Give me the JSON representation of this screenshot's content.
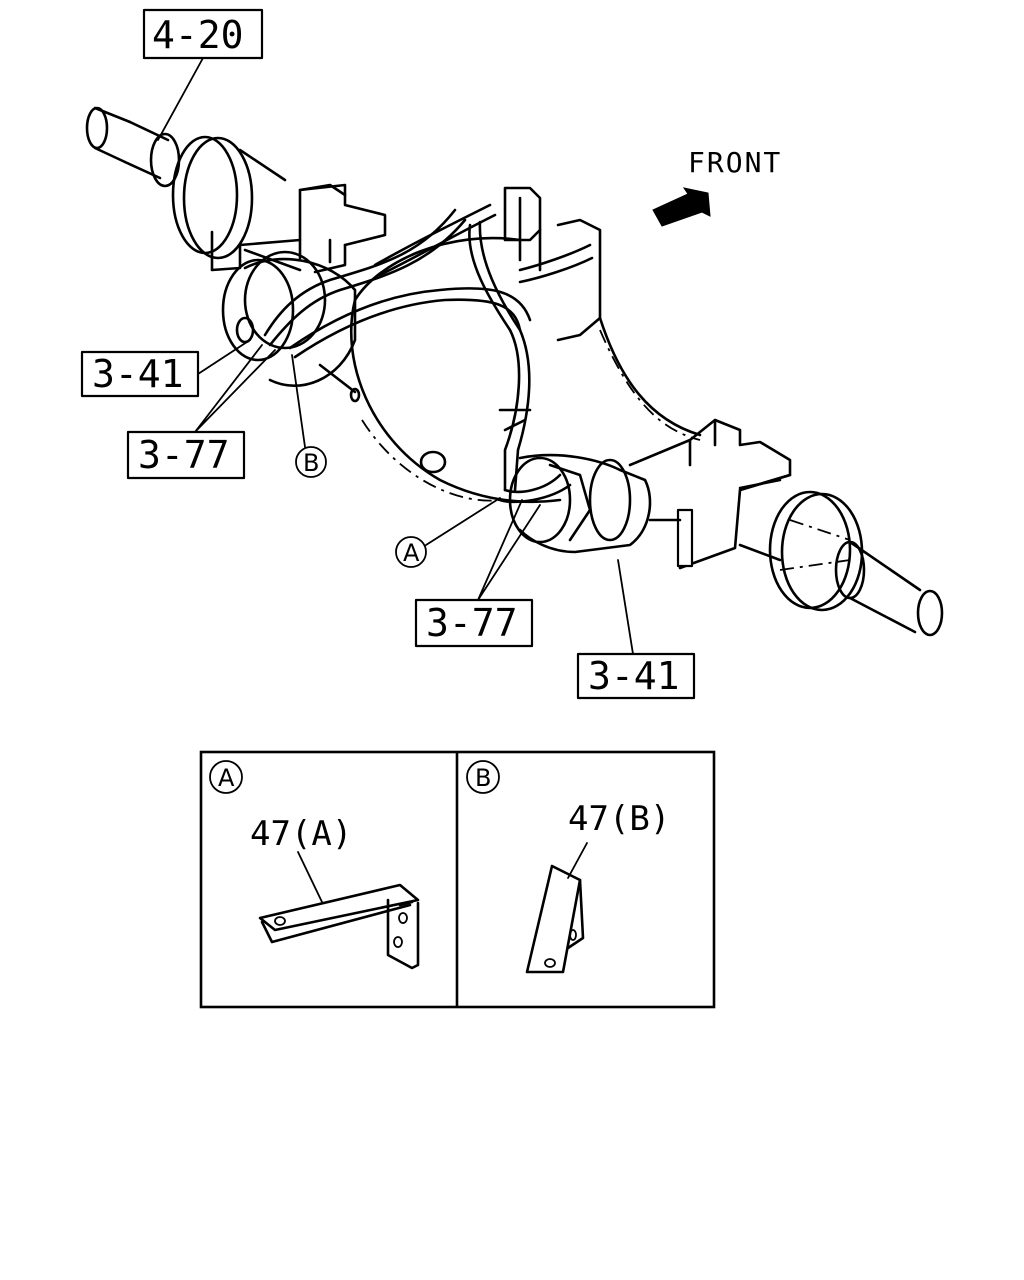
{
  "direction_label": "FRONT",
  "callouts": {
    "axle_shaft": "4-20",
    "brake_chamber_left": "3-41",
    "hose_left": "3-77",
    "hose_right": "3-77",
    "brake_chamber_right": "3-41"
  },
  "detail_markers": {
    "a": "A",
    "b": "B"
  },
  "detail_panels": [
    {
      "marker": "A",
      "part_label": "47(A)"
    },
    {
      "marker": "B",
      "part_label": "47(B)"
    }
  ]
}
